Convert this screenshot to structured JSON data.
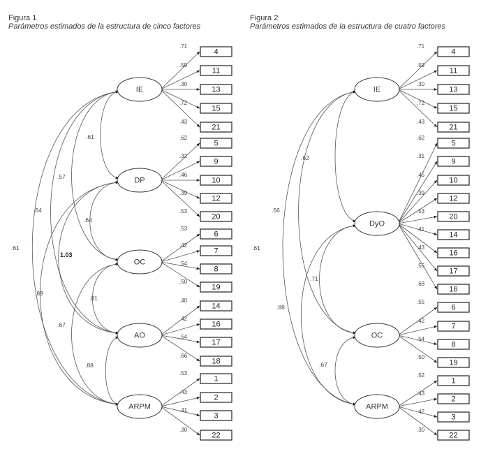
{
  "figures": [
    {
      "id": "fig1",
      "number_label": "Figura 1",
      "title": "Parámetros estimados de la estructura de cinco factores",
      "factors": [
        {
          "name": "IE",
          "items": [
            {
              "label": "4",
              "loading": ".71"
            },
            {
              "label": "11",
              "loading": ".59"
            },
            {
              "label": "13",
              "loading": ".30"
            },
            {
              "label": "15",
              "loading": ".72"
            },
            {
              "label": "21",
              "loading": ".43"
            }
          ]
        },
        {
          "name": "DP",
          "items": [
            {
              "label": "5",
              "loading": ".62"
            },
            {
              "label": "9",
              "loading": ".32"
            },
            {
              "label": "10",
              "loading": ".46"
            },
            {
              "label": "12",
              "loading": ".39"
            },
            {
              "label": "20",
              "loading": ".53"
            }
          ]
        },
        {
          "name": "OC",
          "items": [
            {
              "label": "6",
              "loading": ".53"
            },
            {
              "label": "7",
              "loading": ".42"
            },
            {
              "label": "8",
              "loading": ".54"
            },
            {
              "label": "19",
              "loading": ".50"
            }
          ]
        },
        {
          "name": "AO",
          "items": [
            {
              "label": "14",
              "loading": ".40"
            },
            {
              "label": "16",
              "loading": ".42"
            },
            {
              "label": "17",
              "loading": ".54"
            },
            {
              "label": "18",
              "loading": ".66"
            }
          ]
        },
        {
          "name": "ARPM",
          "items": [
            {
              "label": "1",
              "loading": ".53"
            },
            {
              "label": "2",
              "loading": ".43"
            },
            {
              "label": "3",
              "loading": ".41"
            },
            {
              "label": "22",
              "loading": ".30"
            }
          ]
        }
      ],
      "correlations": [
        {
          "from": "IE",
          "to": "DP",
          "value": ".61",
          "bold": false
        },
        {
          "from": "IE",
          "to": "OC",
          "value": ".57",
          "bold": false
        },
        {
          "from": "IE",
          "to": "AO",
          "value": ".64",
          "bold": false
        },
        {
          "from": "IE",
          "to": "ARPM",
          "value": ".61",
          "bold": false
        },
        {
          "from": "DP",
          "to": "OC",
          "value": ".64",
          "bold": false
        },
        {
          "from": "DP",
          "to": "AO",
          "value": "1.03",
          "bold": true
        },
        {
          "from": "DP",
          "to": "ARPM",
          "value": ".89",
          "bold": false
        },
        {
          "from": "OC",
          "to": "AO",
          "value": ".81",
          "bold": false
        },
        {
          "from": "OC",
          "to": "ARPM",
          "value": ".67",
          "bold": false
        },
        {
          "from": "AO",
          "to": "ARPM",
          "value": ".88",
          "bold": false
        }
      ]
    },
    {
      "id": "fig2",
      "number_label": "Figura 2",
      "title": "Parámetros estimados de la estructura de cuatro factores",
      "factors": [
        {
          "name": "IE",
          "items": [
            {
              "label": "4",
              "loading": ".71"
            },
            {
              "label": "11",
              "loading": ".59"
            },
            {
              "label": "13",
              "loading": ".30"
            },
            {
              "label": "15",
              "loading": ".72"
            },
            {
              "label": "21",
              "loading": ".43"
            }
          ]
        },
        {
          "name": "DyO",
          "items": [
            {
              "label": "5",
              "loading": ".62"
            },
            {
              "label": "9",
              "loading": ".31"
            },
            {
              "label": "10",
              "loading": ".45"
            },
            {
              "label": "12",
              "loading": ".39"
            },
            {
              "label": "20",
              "loading": ".53"
            },
            {
              "label": "14",
              "loading": ".41"
            },
            {
              "label": "16",
              "loading": ".43"
            },
            {
              "label": "17",
              "loading": ".55"
            },
            {
              "label": "16",
              "loading": ".68"
            }
          ]
        },
        {
          "name": "OC",
          "items": [
            {
              "label": "6",
              "loading": ".55"
            },
            {
              "label": "7",
              "loading": ".42"
            },
            {
              "label": "8",
              "loading": ".54"
            },
            {
              "label": "19",
              "loading": ".50"
            }
          ]
        },
        {
          "name": "ARPM",
          "items": [
            {
              "label": "1",
              "loading": ".52"
            },
            {
              "label": "2",
              "loading": ".43"
            },
            {
              "label": "3",
              "loading": ".42"
            },
            {
              "label": "22",
              "loading": ".30"
            }
          ]
        }
      ],
      "correlations": [
        {
          "from": "IE",
          "to": "DyO",
          "value": ".62",
          "bold": false
        },
        {
          "from": "IE",
          "to": "OC",
          "value": ".56",
          "bold": false
        },
        {
          "from": "IE",
          "to": "ARPM",
          "value": ".61",
          "bold": false
        },
        {
          "from": "DyO",
          "to": "OC",
          "value": ".71",
          "bold": false
        },
        {
          "from": "DyO",
          "to": "ARPM",
          "value": ".88",
          "bold": false
        },
        {
          "from": "OC",
          "to": "ARPM",
          "value": ".67",
          "bold": false
        }
      ]
    }
  ]
}
